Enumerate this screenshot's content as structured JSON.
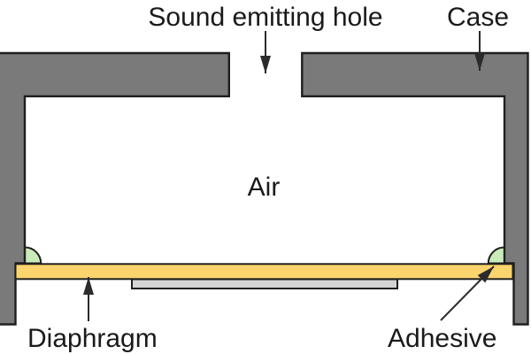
{
  "diagram": {
    "kind": "speaker-cross-section",
    "labels": {
      "sound_emitting_hole": "Sound emitting hole",
      "case": "Case",
      "air": "Air",
      "diaphragm": "Diaphragm",
      "adhesive": "Adhesive"
    },
    "colors": {
      "background": "#ffffff",
      "case_fill": "#7a7a7a",
      "outline": "#1f1f1f",
      "diaphragm_fill": "#fbd46d",
      "plate_fill": "#d4d4d4",
      "adhesive_fill": "#c9ecba",
      "arrow": "#2b2b2b",
      "text": "#1a1a1a"
    }
  }
}
